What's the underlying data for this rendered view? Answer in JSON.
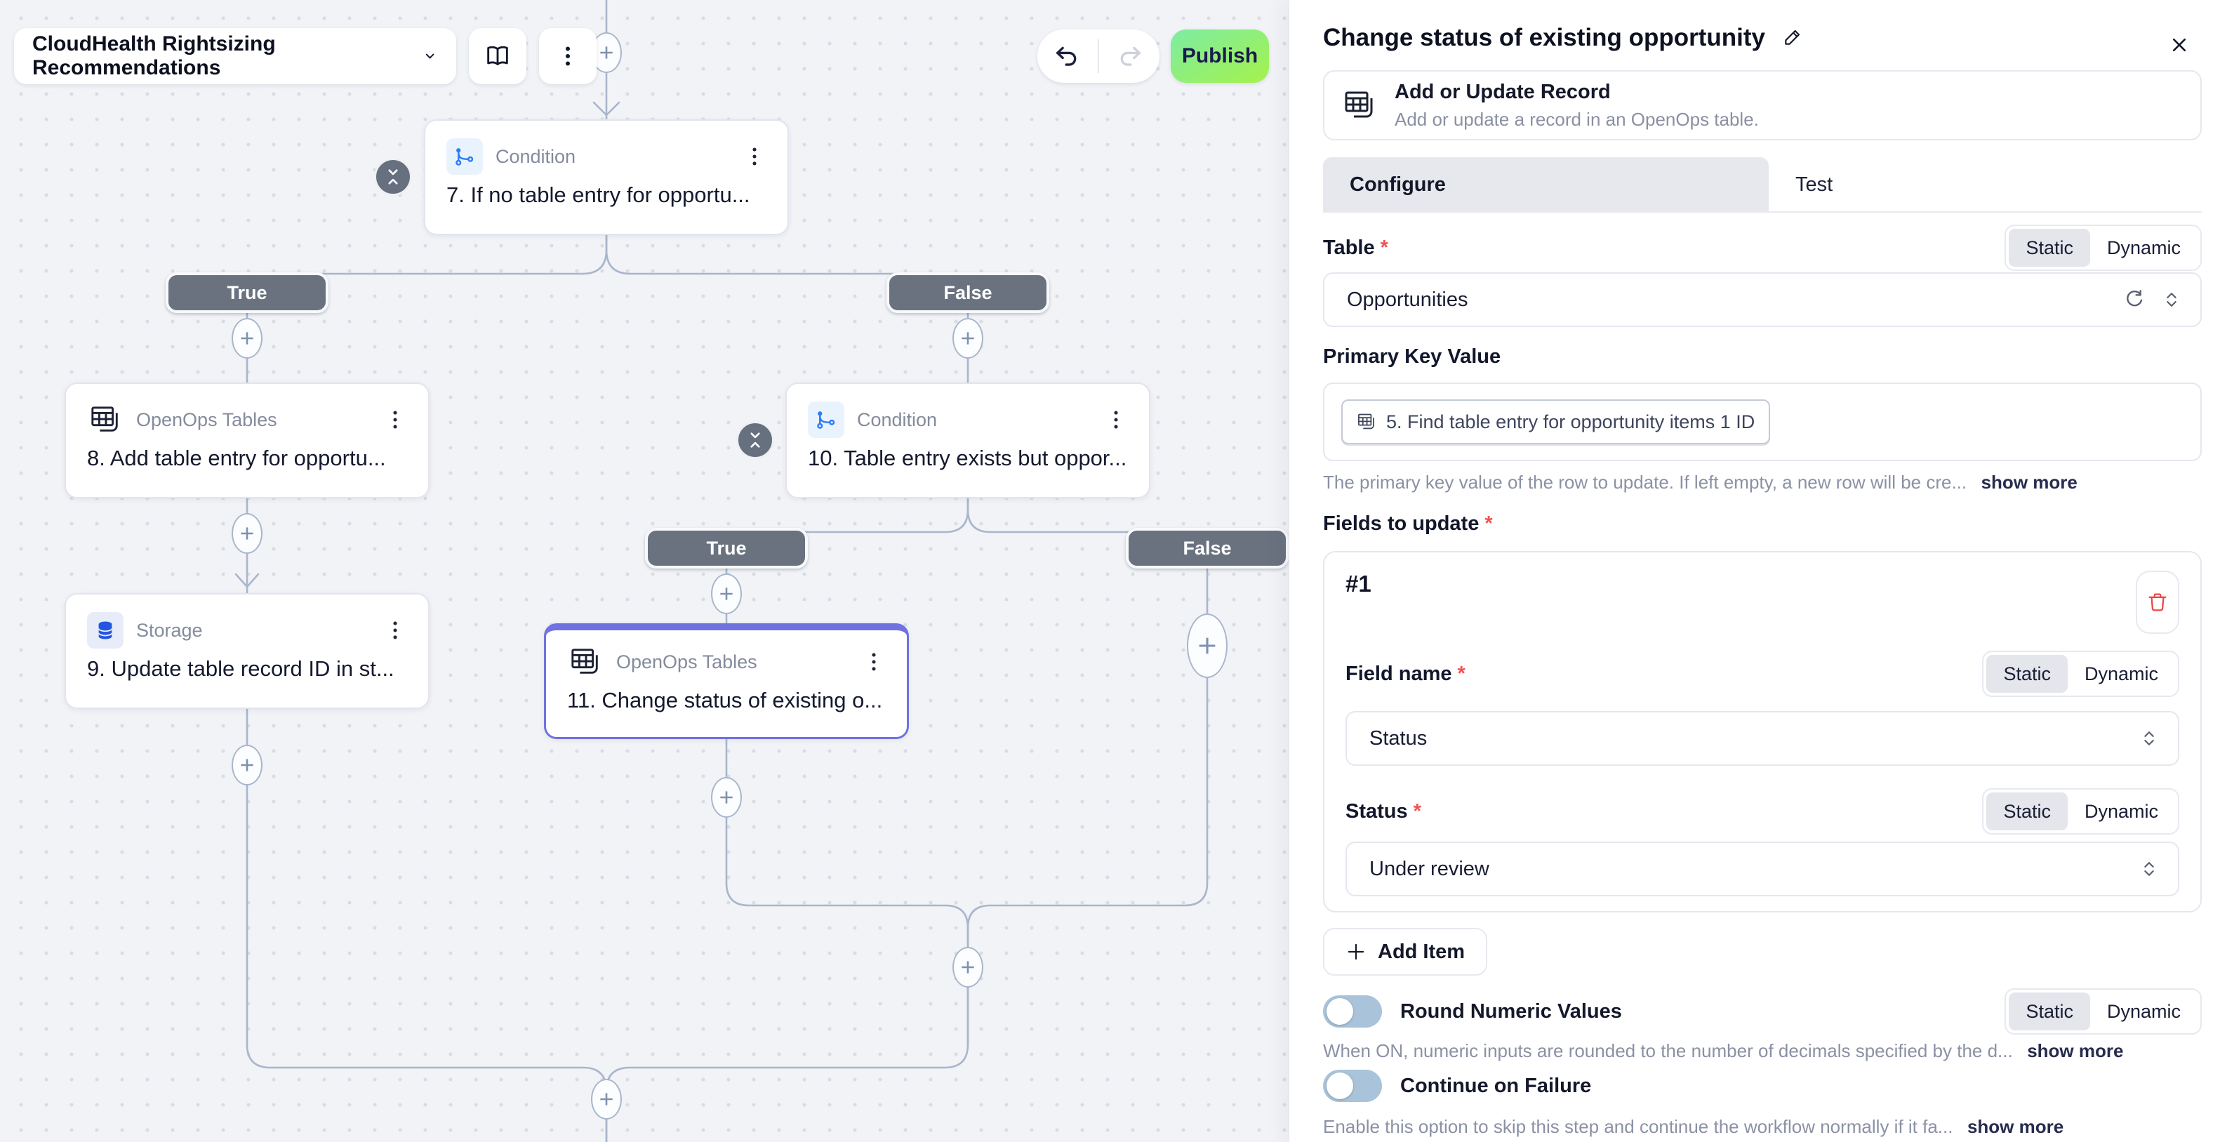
{
  "header": {
    "workflow_name": "CloudHealth Rightsizing Recommendations",
    "publish": "Publish"
  },
  "canvas": {
    "labels": {
      "branch_true": "True",
      "branch_false": "False"
    },
    "nodes": [
      {
        "kind": "Condition",
        "title": "7. If no table entry for opportu..."
      },
      {
        "kind": "OpenOps Tables",
        "title": "8. Add table entry for opportu..."
      },
      {
        "kind": "Storage",
        "title": "9. Update table record ID in st..."
      },
      {
        "kind": "Condition",
        "title": "10. Table entry exists but oppor..."
      },
      {
        "kind": "OpenOps Tables",
        "title": "11. Change status of existing o..."
      }
    ]
  },
  "panel": {
    "required": "*",
    "title": "Change status of existing opportunity",
    "action": {
      "name": "Add or Update Record",
      "description": "Add or update a record in an OpenOps table."
    },
    "tabs": {
      "configure": "Configure",
      "test": "Test"
    },
    "mode": {
      "static_label": "Static",
      "dynamic_label": "Dynamic"
    },
    "table": {
      "label": "Table",
      "value": "Opportunities"
    },
    "primary_key": {
      "label": "Primary Key Value",
      "chip": "5. Find table entry for opportunity items 1 ID",
      "help": "The primary key value of the row to update. If left empty, a new row will be cre...",
      "show_more": "show more"
    },
    "fields": {
      "label": "Fields to update",
      "item_index": "#1",
      "field_name_label": "Field name",
      "field_name_value": "Status",
      "status_label": "Status",
      "status_value": "Under review",
      "add_item": "Add Item"
    },
    "round": {
      "label": "Round Numeric Values",
      "help": "When ON, numeric inputs are rounded to the number of decimals specified by the d...",
      "show_more": "show more"
    },
    "continue": {
      "label": "Continue on Failure",
      "help": "Enable this option to skip this step and continue the workflow normally if it fa...",
      "show_more": "show more"
    }
  }
}
